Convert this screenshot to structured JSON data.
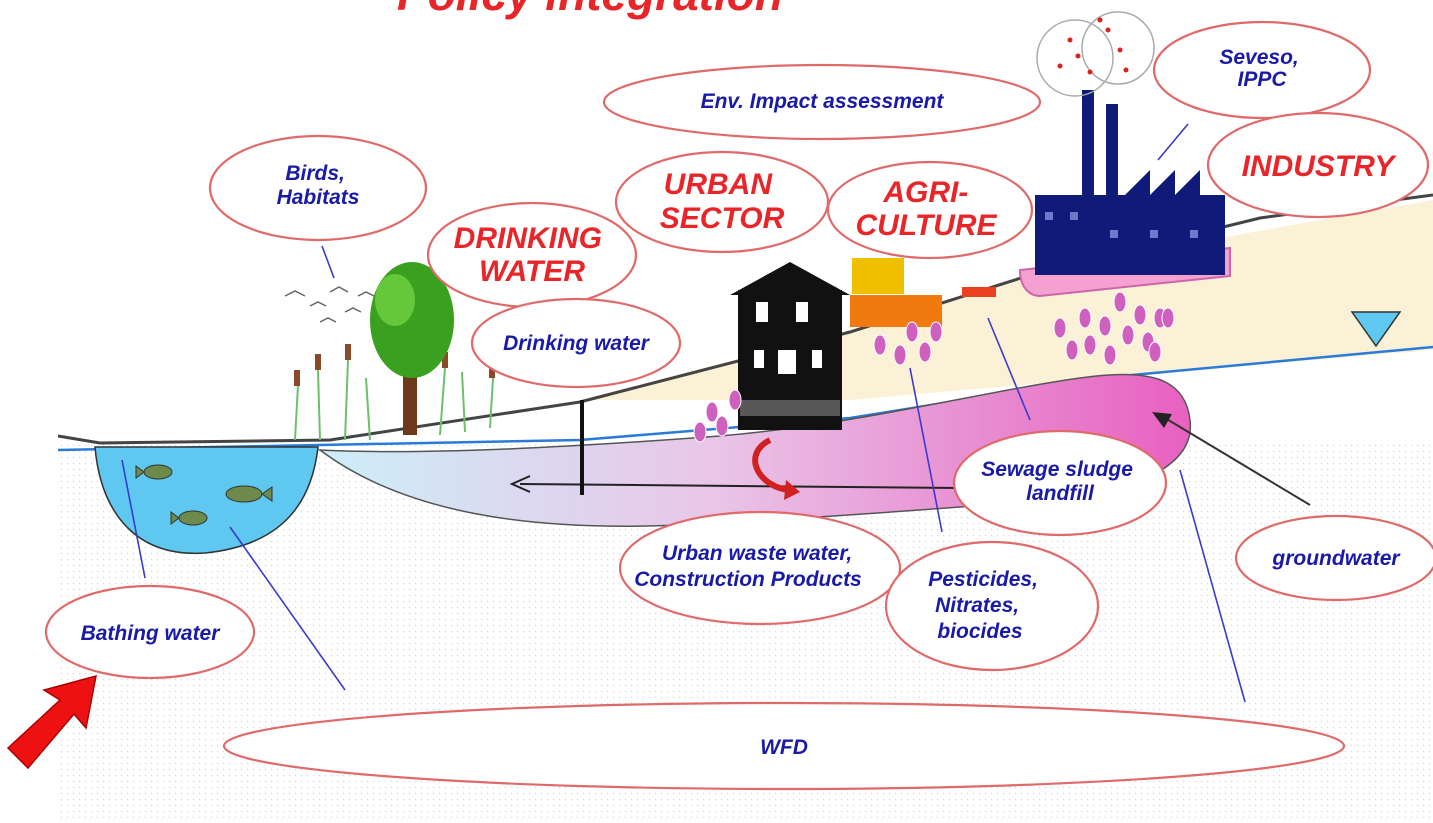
{
  "title": "Policy integration",
  "labels": {
    "env_impact": "Env. Impact assessment",
    "seveso": [
      "Seveso,",
      "IPPC"
    ],
    "industry": "INDUSTRY",
    "birds": [
      "Birds,",
      "Habitats"
    ],
    "urban_sector": [
      "URBAN",
      "SECTOR"
    ],
    "agriculture": [
      "AGRI-",
      "CULTURE"
    ],
    "drinking_water_caps": [
      "DRINKING",
      "WATER"
    ],
    "drinking_water": "Drinking water",
    "sewage": [
      "Sewage sludge",
      "landfill"
    ],
    "urban_waste": [
      "Urban waste water,",
      "Construction Products"
    ],
    "pesticides": [
      "Pesticides,",
      "Nitrates,",
      "biocides"
    ],
    "groundwater": "groundwater",
    "bathing_water": "Bathing water",
    "wfd": "WFD"
  },
  "colors": {
    "label_red": "#e8262a",
    "label_blue": "#1a1aa8",
    "ellipse_stroke": "#e06a6a",
    "lake": "#5ec8f0",
    "groundwater_plume": "#e860c0",
    "soil": "#fbf1d6",
    "factory": "#101a78",
    "pointer_arrow": "#ee1111"
  },
  "icons": [
    "factory-icon",
    "house-icon",
    "tree-icon",
    "birds-icon",
    "fish-icon",
    "water-table-icon",
    "red-pointer-arrow-icon"
  ]
}
